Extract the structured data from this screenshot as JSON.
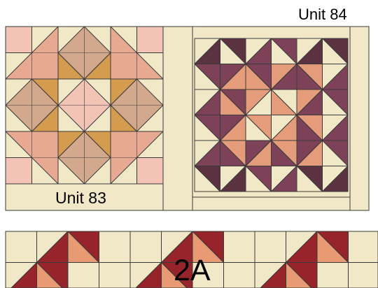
{
  "labels": {
    "unit_84": "Unit 84",
    "unit_83": "Unit 83",
    "border_2a": "2A"
  },
  "colors": {
    "cream": "#f1e8c8",
    "light_pink": "#f3c3b6",
    "salmon": "#e8a993",
    "tan": "#d3a98d",
    "gold": "#d59b4e",
    "plum": "#7e4258",
    "dark_plum": "#5b3240",
    "peach": "#e49c7a",
    "light_peach": "#f0ccb8",
    "red": "#96242a",
    "orange": "#e89a72",
    "outline": "#3a3a3a"
  }
}
